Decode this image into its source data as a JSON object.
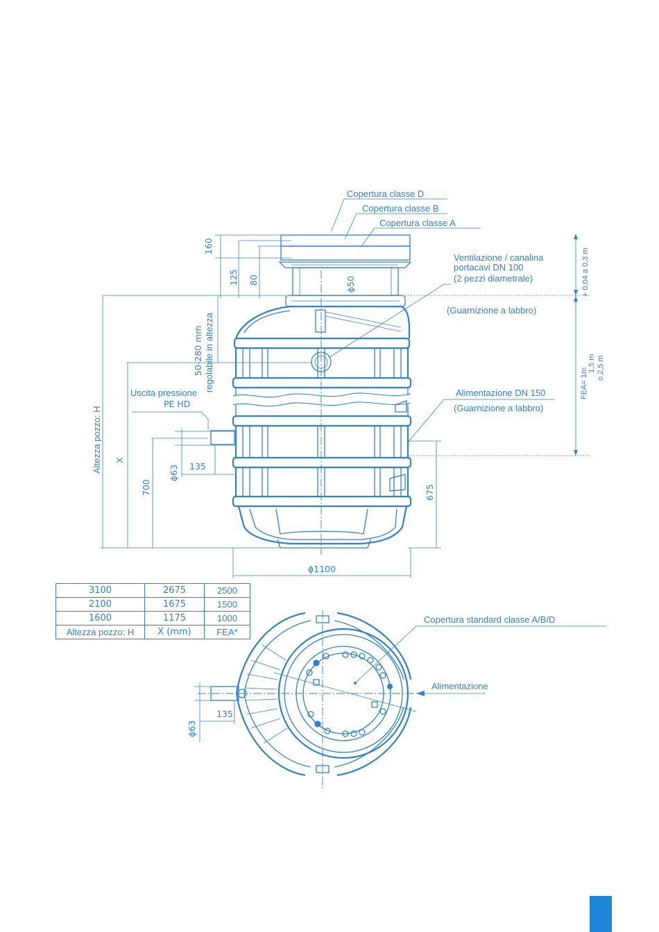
{
  "labels": {
    "cover_d": "Copertura classe D",
    "cover_b": "Copertura classe B",
    "cover_a": "Copertura classe A",
    "vent_1": "Ventilazione / canalina",
    "vent_2": "portacavi DN 100",
    "vent_3": "(2 pezzi diametrale)",
    "lip_seal_top": "(Guarnizione a labbro)",
    "outlet_1": "Uscita pressione",
    "outlet_2": "PE HD",
    "inlet": "Alimentazione DN 150",
    "lip_seal_inlet": "(Guarnizione a labbro)",
    "well_height": "Altezza pozzo: H",
    "x_label": "X",
    "adjust_1": "50-280 mm",
    "adjust_2": "regolabile in altezza",
    "fea_1": "FEA= 1m",
    "fea_2": "1,5 m",
    "fea_3": "o 2,5 m",
    "offset": "+ 0,04 a 0,3 m",
    "std_cover": "Copertura standard classe A/B/D",
    "feed": "Alimentazione"
  },
  "dimensions": {
    "d160": "160",
    "d125": "125",
    "d80": "80",
    "phi50": "ϕ50",
    "phi63_side": "ϕ63",
    "d135_side": "135",
    "d700": "700",
    "d675": "675",
    "phi1100": "ϕ1100",
    "phi63_plan": "ϕ63",
    "d135_plan": "135"
  },
  "table": {
    "rows": [
      [
        "3100",
        "2675",
        "2500"
      ],
      [
        "2100",
        "1675",
        "1500"
      ],
      [
        "1600",
        "1175",
        "1000"
      ]
    ],
    "header": [
      "Altezza pozzo: H",
      "X (mm)",
      "FEA*"
    ]
  }
}
